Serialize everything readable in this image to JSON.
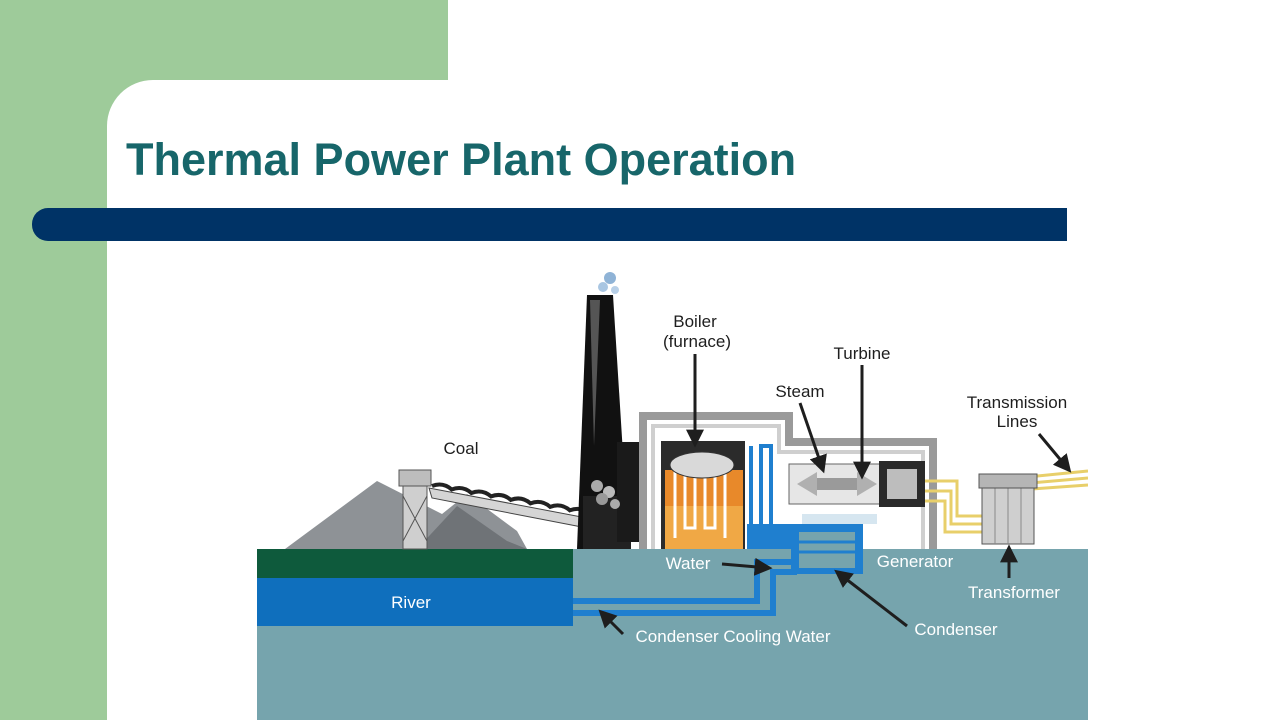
{
  "slide": {
    "title": "Thermal Power Plant Operation"
  },
  "diagram": {
    "labels": {
      "boiler_line1": "Boiler",
      "boiler_line2": "(furnace)",
      "turbine": "Turbine",
      "steam": "Steam",
      "transmission_line1": "Transmission",
      "transmission_line2": "Lines",
      "coal": "Coal",
      "water": "Water",
      "generator": "Generator",
      "transformer": "Transformer",
      "river": "River",
      "condenser": "Condenser",
      "condenser_cooling_water": "Condenser Cooling Water"
    },
    "colors": {
      "ground": "#76a4ad",
      "river": "#0f6fbd",
      "pipe": "#1f7fcf",
      "grass": "#0e5a3c",
      "coal_pile": "#8e9296",
      "chimney": "#111111",
      "fire": "#e8892a",
      "building_wall": "#9a9a9a",
      "transmission": "#e8cf6a"
    }
  }
}
